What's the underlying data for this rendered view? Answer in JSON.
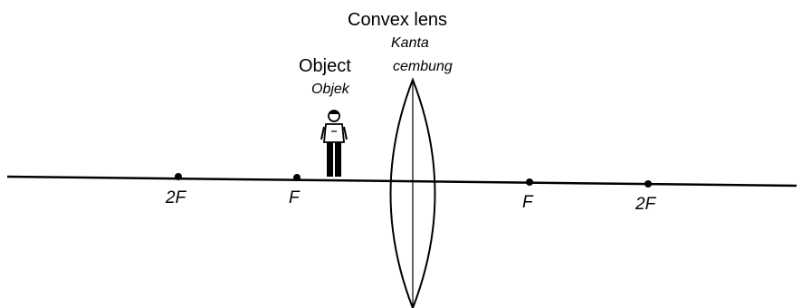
{
  "lens": {
    "label": "Convex lens",
    "label_malay_line1": "Kanta",
    "label_malay_line2": "cembung"
  },
  "object": {
    "label": "Object",
    "label_malay": "Objek",
    "icon": "standing-person-icon"
  },
  "points": {
    "left_2f": "2F",
    "left_f": "F",
    "right_f": "F",
    "right_2f": "2F"
  },
  "colors": {
    "line": "#000000",
    "background": "#ffffff"
  }
}
